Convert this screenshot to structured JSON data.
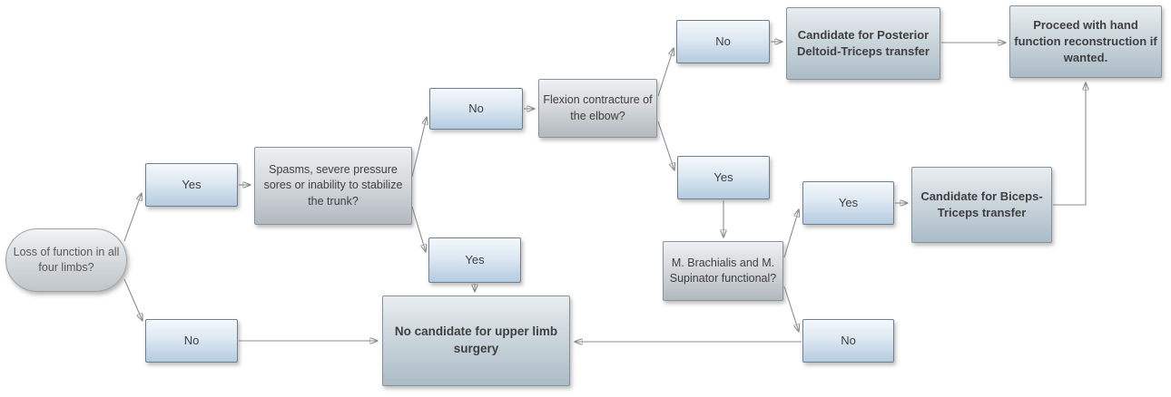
{
  "diagram": {
    "type": "flowchart",
    "subject": "Upper limb surgery decision algorithm",
    "nodes": {
      "start": {
        "label": "Loss of function in all four limbs?",
        "shape": "terminator"
      },
      "yes1": {
        "label": "Yes",
        "shape": "branch"
      },
      "no1": {
        "label": "No",
        "shape": "branch"
      },
      "spasms": {
        "label": "Spasms, severe pressure sores or inability to stabilize the trunk?",
        "shape": "decision"
      },
      "no2": {
        "label": "No",
        "shape": "branch"
      },
      "yes2": {
        "label": "Yes",
        "shape": "branch"
      },
      "flexion": {
        "label": "Flexion contracture of the elbow?",
        "shape": "decision"
      },
      "no3": {
        "label": "No",
        "shape": "branch"
      },
      "yes3": {
        "label": "Yes",
        "shape": "branch"
      },
      "posterior": {
        "label": "Candidate for Posterior Deltoid-Triceps transfer",
        "shape": "outcome"
      },
      "proceed": {
        "label": "Proceed with hand function reconstruction if wanted.",
        "shape": "outcome"
      },
      "brachialis": {
        "label": "M. Brachialis and M. Supinator functional?",
        "shape": "decision"
      },
      "yes4": {
        "label": "Yes",
        "shape": "branch"
      },
      "biceps": {
        "label": "Candidate for Biceps-Triceps transfer",
        "shape": "outcome"
      },
      "no4": {
        "label": "No",
        "shape": "branch"
      },
      "no_candidate": {
        "label": "No candidate for upper limb surgery",
        "shape": "outcome"
      }
    },
    "edges": [
      {
        "from": "start",
        "to": "yes1"
      },
      {
        "from": "start",
        "to": "no1"
      },
      {
        "from": "yes1",
        "to": "spasms"
      },
      {
        "from": "spasms",
        "to": "no2"
      },
      {
        "from": "spasms",
        "to": "yes2"
      },
      {
        "from": "no2",
        "to": "flexion"
      },
      {
        "from": "flexion",
        "to": "no3"
      },
      {
        "from": "flexion",
        "to": "yes3"
      },
      {
        "from": "no3",
        "to": "posterior"
      },
      {
        "from": "posterior",
        "to": "proceed"
      },
      {
        "from": "yes3",
        "to": "brachialis"
      },
      {
        "from": "brachialis",
        "to": "yes4"
      },
      {
        "from": "brachialis",
        "to": "no4"
      },
      {
        "from": "yes4",
        "to": "biceps"
      },
      {
        "from": "biceps",
        "to": "proceed"
      },
      {
        "from": "yes2",
        "to": "no_candidate"
      },
      {
        "from": "no1",
        "to": "no_candidate"
      },
      {
        "from": "no4",
        "to": "no_candidate"
      }
    ],
    "colors": {
      "background": "#ffffff",
      "branch_box_top": "#f4f8fb",
      "branch_box_bottom": "#b4cbe0",
      "decision_box_top": "#eef0f1",
      "decision_box_bottom": "#b2b9bf",
      "outcome_box_top": "#e9edf0",
      "outcome_box_bottom": "#abbcc7",
      "connector_line": "#8c8c8c",
      "text": "#404040"
    }
  }
}
